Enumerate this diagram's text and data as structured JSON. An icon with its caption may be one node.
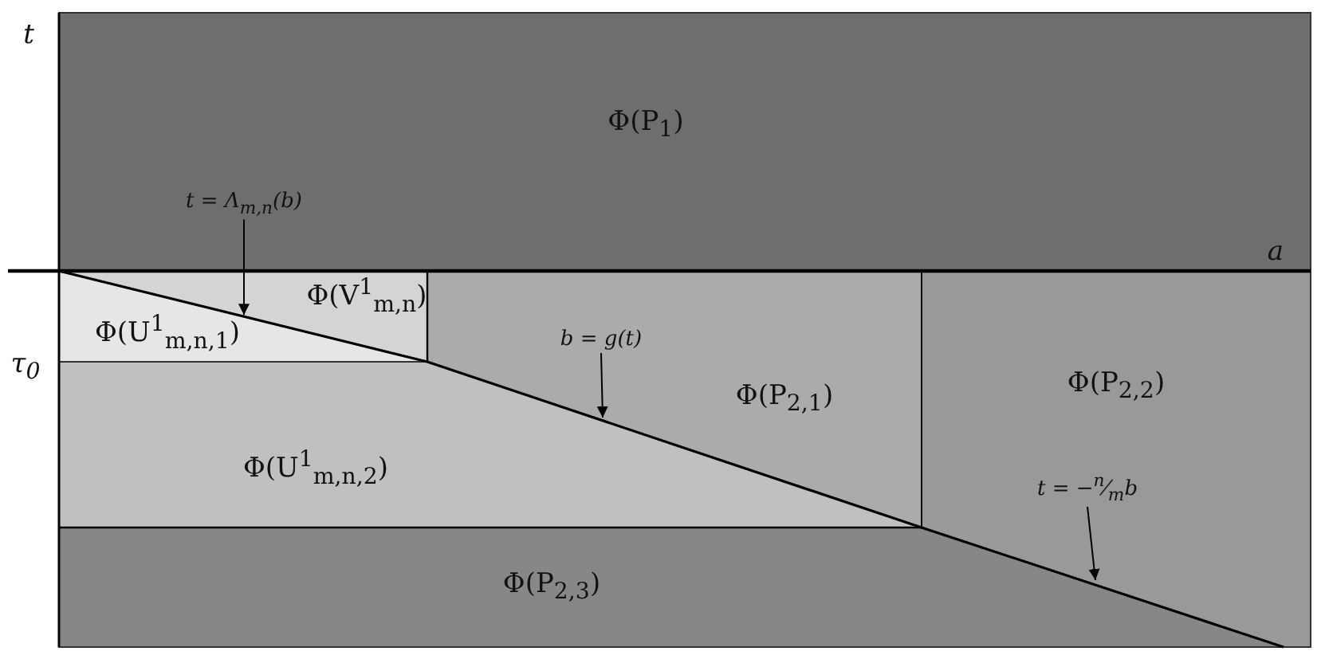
{
  "diagram": {
    "nodes": [
      {
        "text": [
          "Φ(P$_{1}$)"
        ]
      },
      {
        "text": [
          "t = Λ$_{m,n}$(b)"
        ],
        "in": 0
      },
      {
        "text": [
          "Φ(V$^{1}$$_{m,n}$)"
        ]
      },
      {
        "text": [
          "Φ(U$^{1}$$_{m,n,1}$)"
        ]
      },
      {
        "text": [
          "b = g(t)"
        ],
        "in": 5
      },
      {
        "text": [
          "Φ(P$_{2,1}$)"
        ]
      },
      {
        "text": [
          "Φ(P$_{2,2}$)"
        ]
      },
      {
        "text": [
          "Φ(U$^{1}$$_{m,n,2}$)"
        ]
      },
      {
        "text": [
          "t = −$^{n}$⁄$_{m}$b"
        ],
        "in": 6
      },
      {
        "text": [
          "Φ(P$_{2,3}$)"
        ]
      }
    ],
    "edges": [
      {
        "from": 1,
        "to": 2,
        "arrow": "to"
      },
      {
        "from": 4,
        "to": null,
        "arrow": "to"
      },
      {
        "from": 8,
        "to": null,
        "arrow": "to"
      }
    ],
    "labels": [
      "t",
      "a",
      "τ$_{0}$"
    ]
  }
}
